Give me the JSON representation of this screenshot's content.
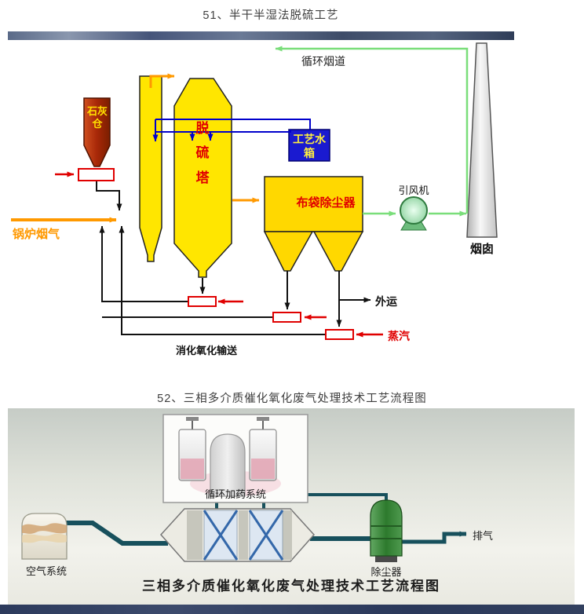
{
  "page": {
    "section1_title": "51、半干半湿法脱硫工艺",
    "section2_title": "52、三相多介质催化氧化废气处理技术工艺流程图"
  },
  "diagram1": {
    "labels": {
      "circulating_flue": "循环烟道",
      "lime_silo": "石灰仓",
      "tower": "脱硫塔",
      "water_tank": "工艺水箱",
      "bag_filter": "布袋除尘器",
      "fan": "引风机",
      "chimney": "烟囱",
      "boiler_flue_gas": "锅炉烟气",
      "outward": "外运",
      "steam": "蒸汽",
      "conveyor": "消化氧化输送"
    },
    "colors": {
      "tower_yellow": "#ffe600",
      "bag_filter_yellow": "#ffd800",
      "silo_red": "#a82808",
      "water_tank_blue": "#1a1ad0",
      "flue_orange": "#ff9900",
      "recycle_green": "#7ade7a",
      "pipe_blue": "#0000cc",
      "alert_red": "#e00000",
      "fan_green": "#9ad8aa"
    }
  },
  "diagram2": {
    "labels": {
      "air_system": "空气系统",
      "dosing_system": "循环加药系统",
      "dust_collector": "除尘器",
      "exhaust": "排气"
    },
    "caption": "三相多介质催化氧化废气处理技术工艺流程图",
    "colors": {
      "pipe_teal": "#17505c",
      "collector_green": "#2d7a2d"
    }
  },
  "chrome": {
    "header_strip_color": "#46557a",
    "footer_bar_color": "#2c3a5c"
  }
}
